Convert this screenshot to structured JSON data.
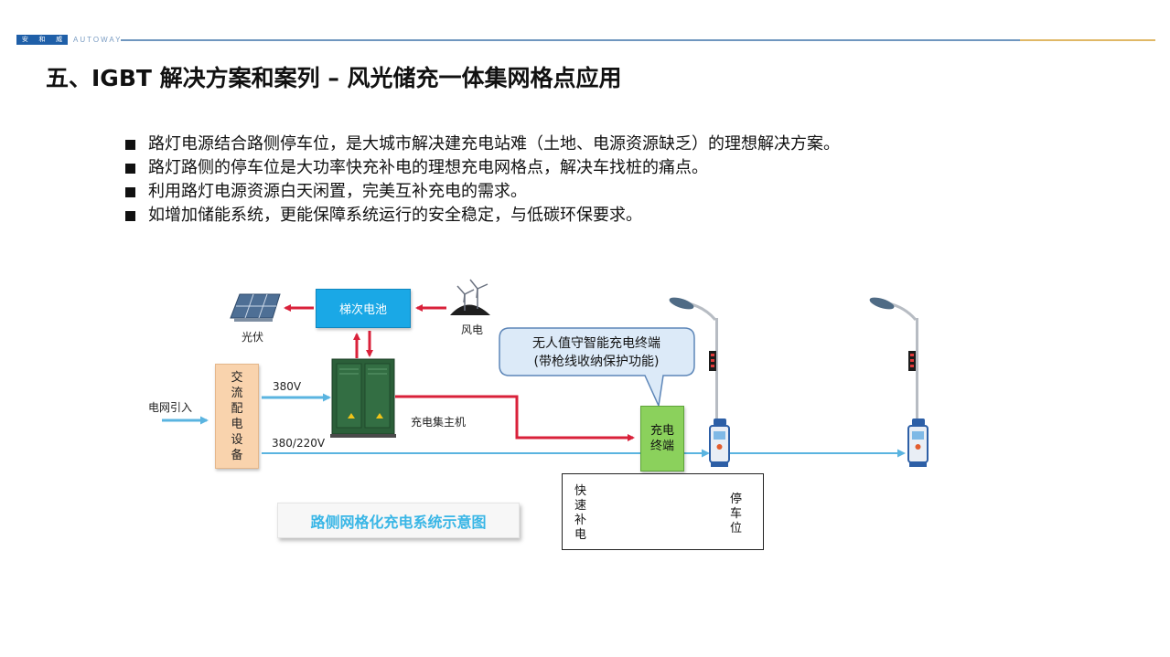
{
  "header": {
    "logo_chars": [
      "安",
      "和",
      "威"
    ],
    "logo_latin": "AUTOWAY",
    "line_blue": "#6f96bf",
    "line_gold": "#e0b866"
  },
  "slide": {
    "title": "五、IGBT 解决方案和案列 – 风光储充一体集网格点应用",
    "bullets": [
      "路灯电源结合路侧停车位，是大城市解决建充电站难（土地、电源资源缺乏）的理想解决方案。",
      "路灯路侧的停车位是大功率快充补电的理想充电网格点，解决车找桩的痛点。",
      "利用路灯电源资源白天闲置，完美互补充电的需求。",
      "如增加储能系统，更能保障系统运行的安全稳定，与低碳环保要求。"
    ]
  },
  "diagram": {
    "storage_label": "梯次电池",
    "solar_label": "光伏",
    "wind_label": "风电",
    "grid_label": "电网引入",
    "ac_cabinet_chars": [
      "交",
      "流",
      "配",
      "电",
      "设",
      "备"
    ],
    "v380_label": "380V",
    "v380_220_label": "380/220V",
    "host_label": "充电集主机",
    "callout_lines": [
      "无人值守智能充电终端",
      "(带枪线收纳保护功能)"
    ],
    "terminal_chars_line1": "充电",
    "terminal_chars_line2": "终端",
    "fast_charge_chars": [
      "快",
      "速",
      "补",
      "电"
    ],
    "parking_chars": [
      "停",
      "车",
      "位"
    ],
    "caption": "路侧网格化充电系统示意图",
    "colors": {
      "storage_box": "#1aa8e6",
      "ac_box": "#f9d3ad",
      "terminal_box": "#8bd15c",
      "red_arrow": "#d9213a",
      "blue_arrow": "#5ab4e0",
      "callout_fill": "#dceaf8",
      "callout_border": "#5d86b8",
      "caption_text": "#39b6e6"
    },
    "icons": [
      "solar-panel-icon",
      "wind-turbine-icon",
      "charging-host-cabinet-icon",
      "street-lamp-icon",
      "charging-pile-icon",
      "car-icon"
    ]
  }
}
